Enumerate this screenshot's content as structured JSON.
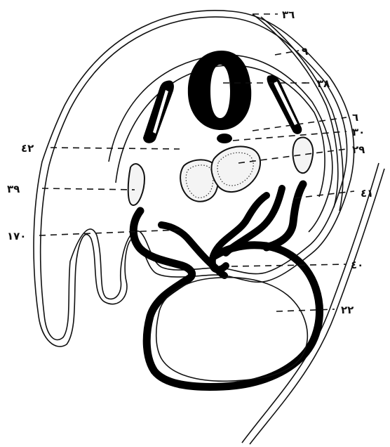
{
  "labels": {
    "l36": "٣٦",
    "l9": "٩",
    "l38": "٣٨",
    "l6": "٦",
    "l30": "٣٠",
    "l29": "٢٩",
    "l41": "٤١",
    "l40": "٤٠",
    "l22": "٢٢",
    "l42": "٤٢",
    "l39": "٣٩",
    "l170": "١٧٠"
  },
  "colors": {
    "ink": "#000000",
    "paper": "#ffffff"
  }
}
